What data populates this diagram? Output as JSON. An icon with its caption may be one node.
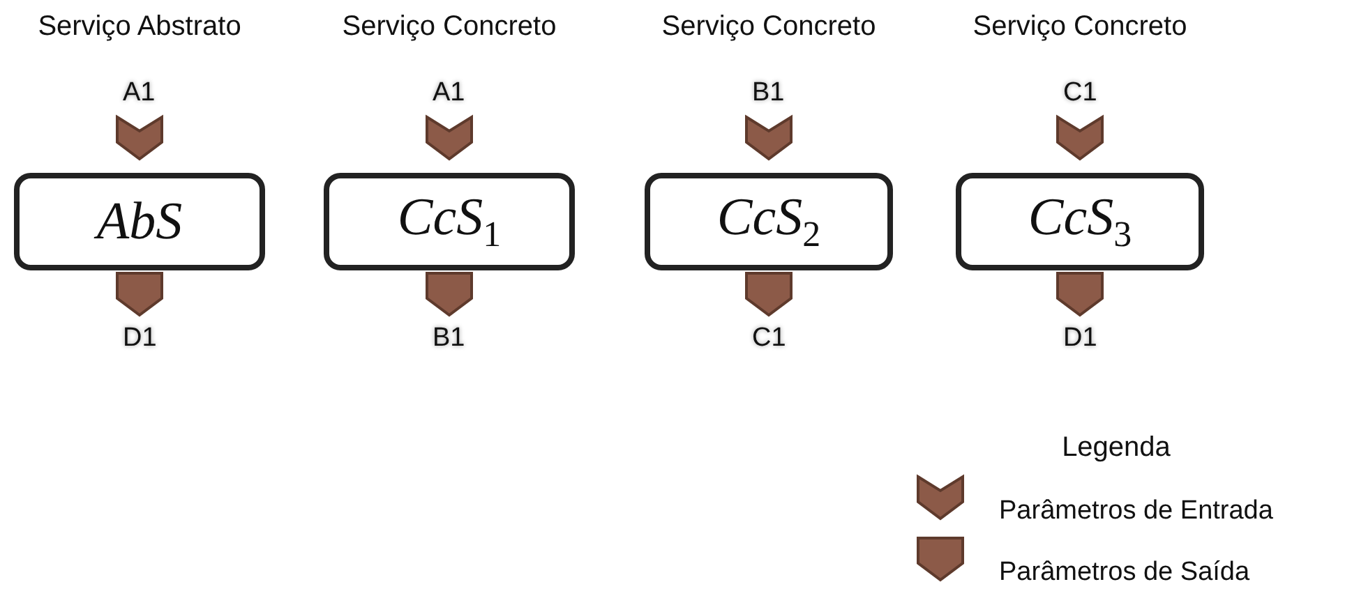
{
  "diagram": {
    "nodes": [
      {
        "text": [
          "AbS"
        ]
      },
      {
        "text": [
          "CcS$_{1}$"
        ]
      },
      {
        "text": [
          "CcS$_{2}$"
        ]
      },
      {
        "text": [
          "CcS$_{3}$"
        ]
      },
      {
        "text": [
          "A1"
        ]
      },
      {
        "text": [
          "A1"
        ]
      },
      {
        "text": [
          "B1"
        ]
      },
      {
        "text": [
          "C1"
        ]
      },
      {
        "text": [
          "D1"
        ]
      },
      {
        "text": [
          "B1"
        ]
      },
      {
        "text": [
          "C1"
        ]
      },
      {
        "text": [
          "D1"
        ]
      }
    ],
    "labels": [
      "Serviço Abstrato",
      "Serviço Concreto",
      "Serviço Concreto",
      "Serviço Concreto",
      "Legenda"
    ],
    "legend": [
      {
        "text": "Parâmetros de Entrada"
      },
      {
        "text": "Parâmetros de Saída"
      }
    ]
  }
}
